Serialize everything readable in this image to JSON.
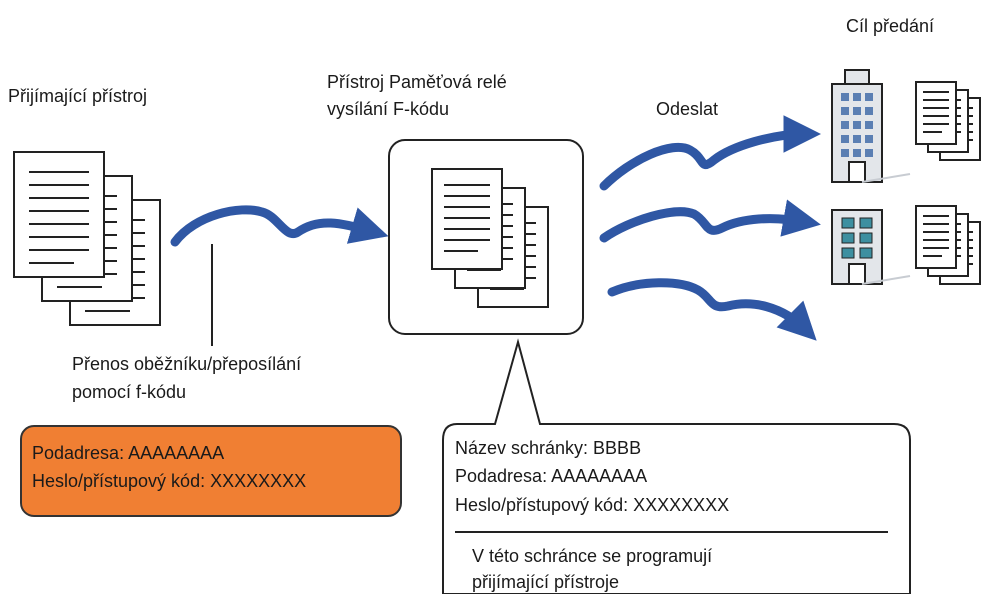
{
  "labels": {
    "target": "Cíl předání",
    "receiving_device": "Přijímající přístroj",
    "relay_device_line1": "Přístroj Paměťová relé",
    "relay_device_line2": "vysílání F-kódu",
    "send": "Odeslat",
    "transfer_line1": "Přenos oběžníku/přeposílání",
    "transfer_line2": "pomocí f-kódu"
  },
  "orange_box": {
    "line1": "Podadresa: AAAAAAAA",
    "line2": "Heslo/přístupový kód: XXXXXXXX"
  },
  "callout": {
    "line1": "Název schránky: BBBB",
    "line2": "Podadresa: AAAAAAAA",
    "line3": "Heslo/přístupový kód: XXXXXXXX",
    "note_line1": "V této schránce se programují",
    "note_line2": "přijímající přístroje"
  },
  "colors": {
    "arrow": "#2f57a4",
    "orange": "#f07f33",
    "building": "#e3e6ea",
    "window_dark": "#5b7fb3",
    "window_teal": "#3d8fa0"
  }
}
